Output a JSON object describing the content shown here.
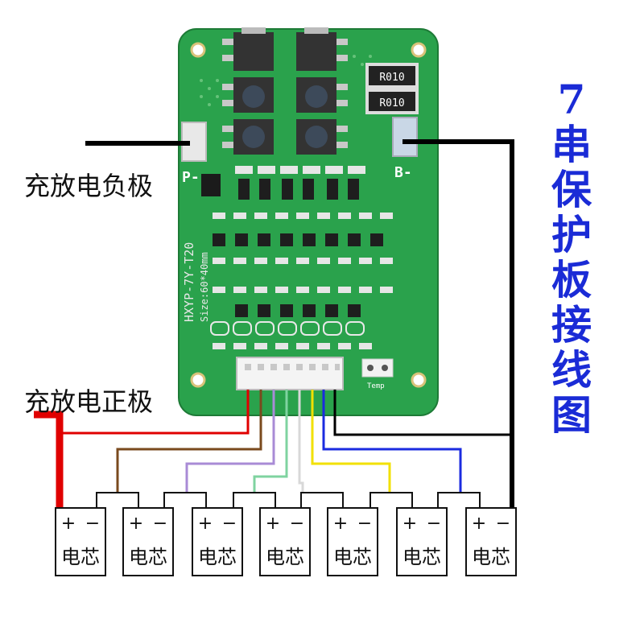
{
  "labels": {
    "negative": "充放电负极",
    "positive": "充放电正极",
    "title": "7串保护板接线图"
  },
  "board": {
    "model": "HXYP-7Y-T20",
    "size": "Size:60*40mm",
    "resistor": "R010",
    "pad_p": "P-",
    "pad_b": "B-",
    "temp": "Temp"
  },
  "cells": [
    {
      "plus": "+",
      "minus": "−",
      "label": "电芯"
    },
    {
      "plus": "+",
      "minus": "−",
      "label": "电芯"
    },
    {
      "plus": "+",
      "minus": "−",
      "label": "电芯"
    },
    {
      "plus": "+",
      "minus": "−",
      "label": "电芯"
    },
    {
      "plus": "+",
      "minus": "−",
      "label": "电芯"
    },
    {
      "plus": "+",
      "minus": "−",
      "label": "电芯"
    },
    {
      "plus": "+",
      "minus": "−",
      "label": "电芯"
    }
  ],
  "wire_colors": {
    "red": "#e00000",
    "brown": "#7a4a1e",
    "purple": "#a98bd6",
    "green": "#7fd3a0",
    "white": "#ffffff",
    "yellow": "#f2e000",
    "blue": "#1b2be0",
    "black": "#000000",
    "pcb": "#26a04a"
  }
}
